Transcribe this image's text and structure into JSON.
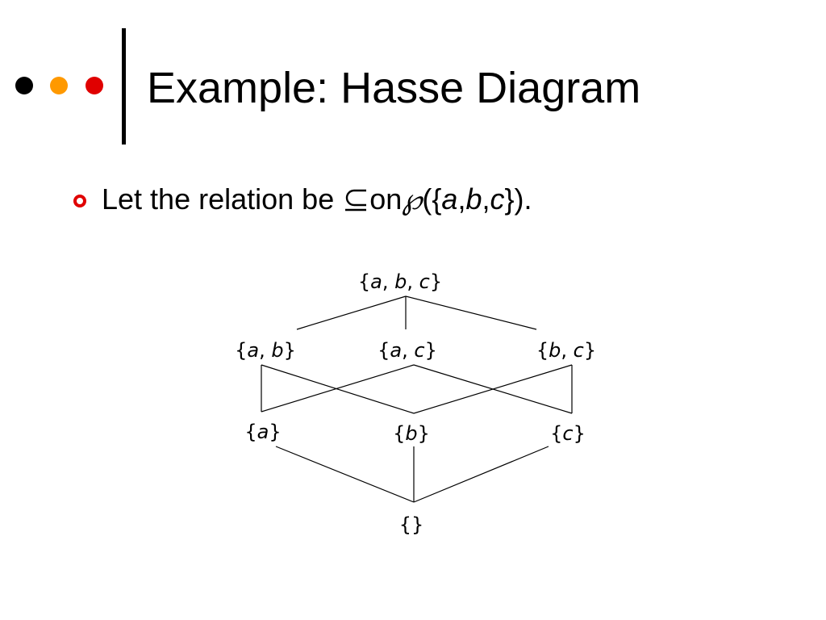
{
  "slide": {
    "title": "Example:  Hasse Diagram",
    "decoration_colors": [
      "#000000",
      "#ff9900",
      "#e00000"
    ],
    "bullet_color": "#e00000"
  },
  "bullet": {
    "text_before": "Let the relation be",
    "relation_icon": "subset-or-equal-icon",
    "text_on": " on ",
    "powerset_icon": "weierstrass-p-icon",
    "text_open": "({",
    "elem_a": "a",
    "comma1": ", ",
    "elem_b": "b",
    "comma2": ", ",
    "elem_c": "c",
    "text_close": "})."
  },
  "hasse": {
    "nodes": [
      {
        "id": "abc",
        "parts": [
          "{",
          "a",
          ", ",
          "b",
          ", ",
          "c",
          "}"
        ]
      },
      {
        "id": "ab",
        "parts": [
          "{",
          "a",
          ", ",
          "b",
          "}"
        ]
      },
      {
        "id": "ac",
        "parts": [
          "{",
          "a",
          ", ",
          "c",
          "}"
        ]
      },
      {
        "id": "bc",
        "parts": [
          "{",
          "b",
          ", ",
          "c",
          "}"
        ]
      },
      {
        "id": "a",
        "parts": [
          "{",
          "a",
          "}"
        ]
      },
      {
        "id": "b",
        "parts": [
          "{",
          "b",
          "}"
        ]
      },
      {
        "id": "c",
        "parts": [
          "{",
          "c",
          "}"
        ]
      },
      {
        "id": "empty",
        "parts": [
          "{}"
        ]
      }
    ],
    "edges": [
      [
        "abc",
        "ab"
      ],
      [
        "abc",
        "ac"
      ],
      [
        "abc",
        "bc"
      ],
      [
        "ab",
        "a"
      ],
      [
        "ab",
        "b"
      ],
      [
        "ac",
        "a"
      ],
      [
        "ac",
        "c"
      ],
      [
        "bc",
        "b"
      ],
      [
        "bc",
        "c"
      ],
      [
        "a",
        "empty"
      ],
      [
        "b",
        "empty"
      ],
      [
        "c",
        "empty"
      ]
    ]
  }
}
